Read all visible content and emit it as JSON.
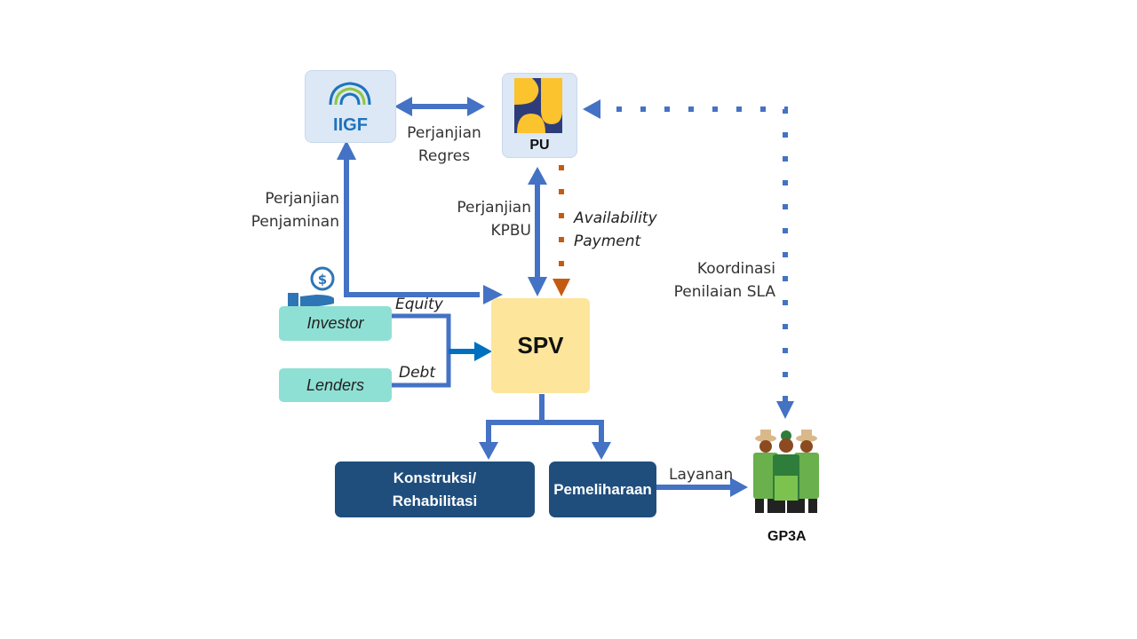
{
  "diagram": {
    "nodes": {
      "iigf": {
        "label": "IIGF",
        "icon": "iigf-logo-icon"
      },
      "pu": {
        "label": "PU",
        "icon": "pu-logo-icon"
      },
      "investor": {
        "label": "Investor",
        "icon": "money-hand-icon"
      },
      "lenders": {
        "label": "Lenders"
      },
      "spv": {
        "label": "SPV"
      },
      "konstruksi": {
        "line1": "Konstruksi/",
        "line2": "Rehabilitasi"
      },
      "pemeliharaan": {
        "label": "Pemeliharaan"
      },
      "gp3a": {
        "label": "GP3A",
        "icon": "farmers-group-icon"
      }
    },
    "edges": {
      "regres": {
        "line1": "Perjanjian",
        "line2": "Regres"
      },
      "penjaminan": {
        "line1": "Perjanjian",
        "line2": "Penjaminan"
      },
      "kpbu": {
        "line1": "Perjanjian",
        "line2": "KPBU"
      },
      "availability": {
        "line1": "Availability",
        "line2": "Payment"
      },
      "koordinasi": {
        "line1": "Koordinasi",
        "line2": "Penilaian SLA"
      },
      "equity": {
        "label": "Equity"
      },
      "debt": {
        "label": "Debt"
      },
      "layanan": {
        "label": "Layanan"
      }
    },
    "colors": {
      "arrow_blue": "#4472c4",
      "arrow_orange": "#c55a11",
      "teal": "#8fe0d4",
      "spv_yellow": "#fde59c",
      "navy": "#1f4e7d",
      "logo_bg": "#dce8f5"
    }
  }
}
